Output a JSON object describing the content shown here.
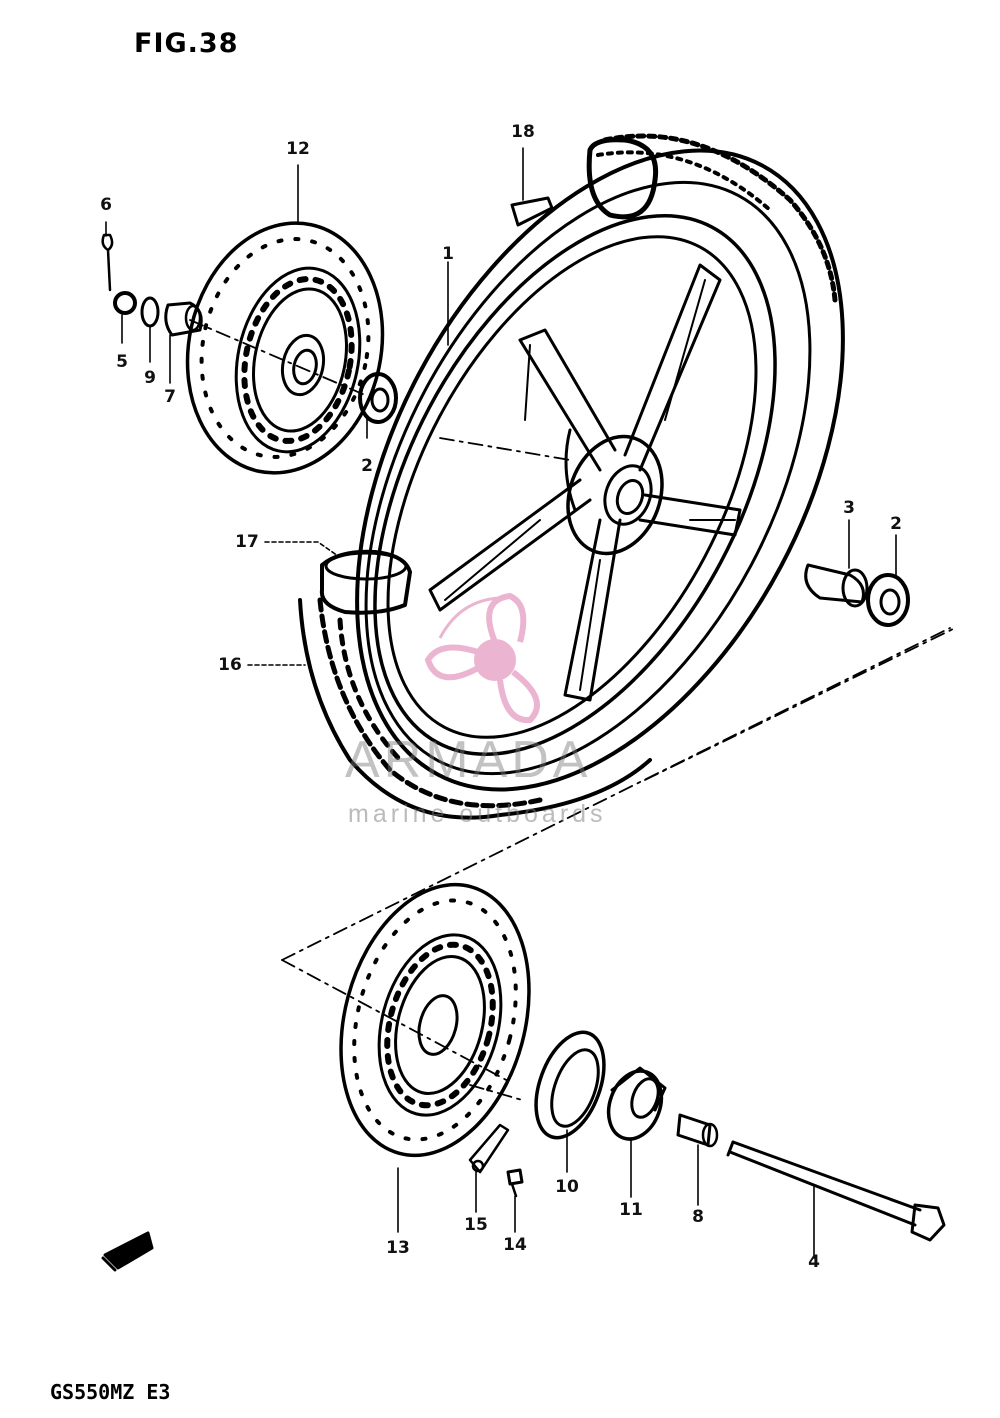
{
  "figure": {
    "title": "FIG.38",
    "model_code": "GS550MZ  E3"
  },
  "watermark": {
    "brand": "ARMADA",
    "tagline": "marine outboards",
    "logo_color": "#e8a7c8"
  },
  "callouts": [
    {
      "id": "c1",
      "label": "1"
    },
    {
      "id": "c2a",
      "label": "2"
    },
    {
      "id": "c2b",
      "label": "2"
    },
    {
      "id": "c3",
      "label": "3"
    },
    {
      "id": "c4",
      "label": "4"
    },
    {
      "id": "c5",
      "label": "5"
    },
    {
      "id": "c6",
      "label": "6"
    },
    {
      "id": "c7",
      "label": "7"
    },
    {
      "id": "c8",
      "label": "8"
    },
    {
      "id": "c9",
      "label": "9"
    },
    {
      "id": "c10",
      "label": "10"
    },
    {
      "id": "c11",
      "label": "11"
    },
    {
      "id": "c12",
      "label": "12"
    },
    {
      "id": "c13",
      "label": "13"
    },
    {
      "id": "c14",
      "label": "14"
    },
    {
      "id": "c15",
      "label": "15"
    },
    {
      "id": "c16",
      "label": "16"
    },
    {
      "id": "c17",
      "label": "17"
    },
    {
      "id": "c18",
      "label": "18"
    }
  ]
}
